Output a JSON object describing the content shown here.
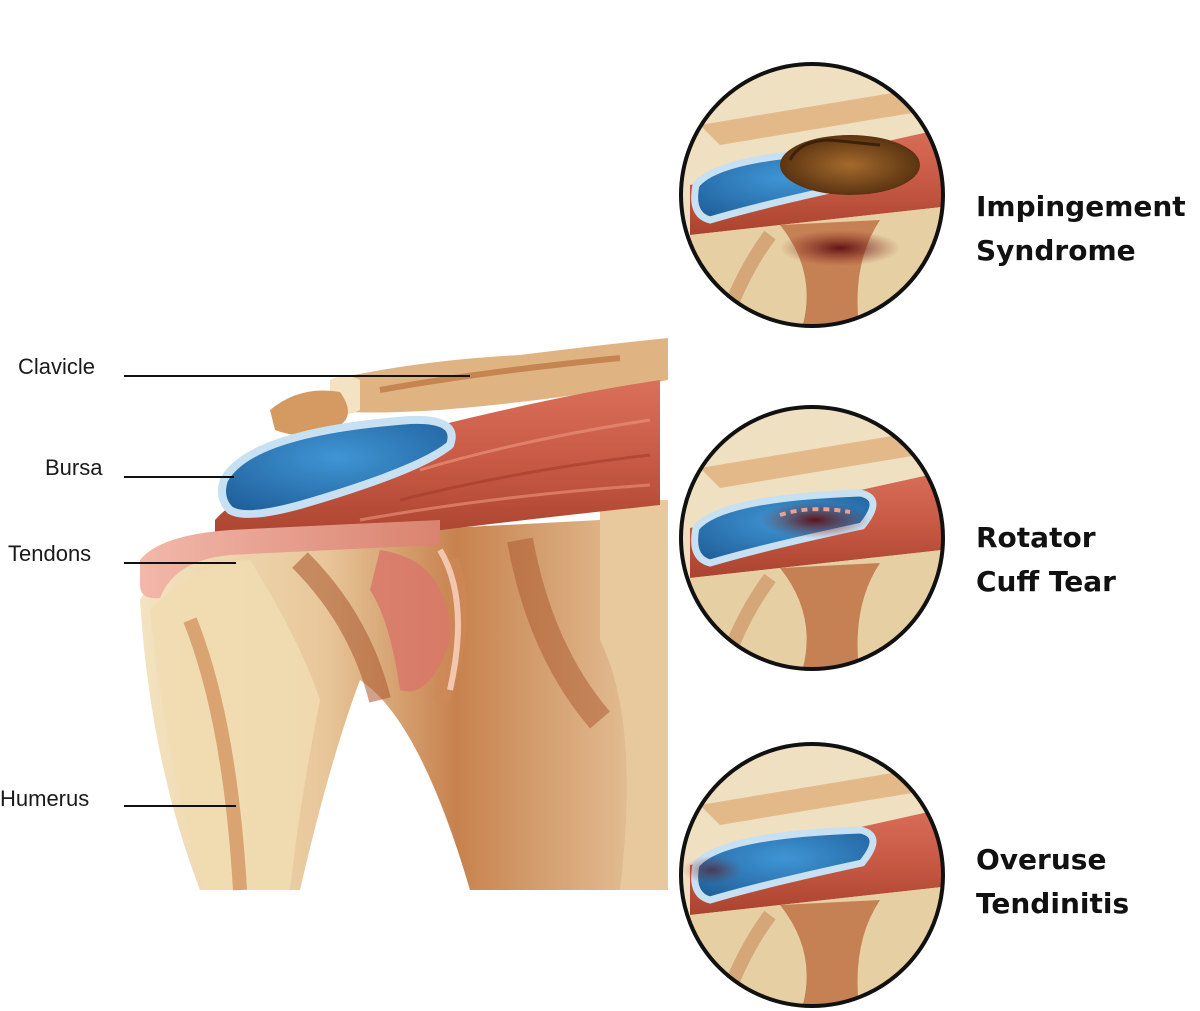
{
  "labels": {
    "clavicle": "Clavicle",
    "bursa": "Bursa",
    "tendons": "Tendons",
    "humerus": "Humerus"
  },
  "conditions": [
    {
      "line1": "Impingement",
      "line2": "Syndrome"
    },
    {
      "line1": "Rotator",
      "line2": "Cuff Tear"
    },
    {
      "line1": "Overuse",
      "line2": "Tendinitis"
    }
  ],
  "colors": {
    "bone": "#e9d2a4",
    "bone_shadow": "#b86a3a",
    "muscle": "#c95a45",
    "tendon": "#e9a598",
    "bursa": "#2f7fbf",
    "bursa_rim": "#bcd9ee",
    "background": "#ffffff"
  }
}
